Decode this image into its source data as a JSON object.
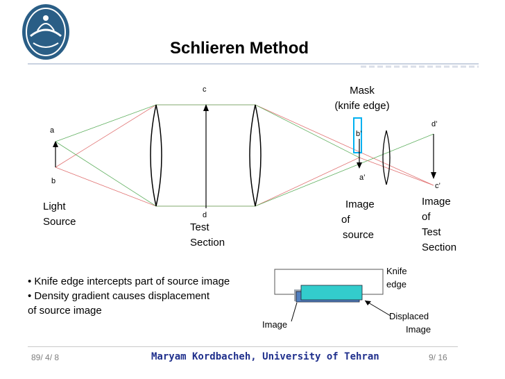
{
  "slide": {
    "title": "Schlieren Method",
    "logo_icon": "university-of-tehran-emblem"
  },
  "diagram": {
    "labels": {
      "a": "a",
      "b": "b",
      "c": "c",
      "d": "d",
      "a_prime": "a’",
      "b_prime": "b’",
      "c_prime": "c’",
      "d_prime": "d’",
      "light_source_1": "Light",
      "light_source_2": "Source",
      "test_section_1": "Test",
      "test_section_2": "Section",
      "mask_1": "Mask",
      "mask_2": "(knife edge)",
      "image_of_source_1": "Image",
      "image_of_source_2": "of",
      "image_of_source_3": "source",
      "image_of_test_1": "Image",
      "image_of_test_2": "of",
      "image_of_test_3": "Test",
      "image_of_test_4": "Section",
      "knife_edge_1": "Knife",
      "knife_edge_2": "edge",
      "displaced_1": "Displaced",
      "displaced_2": "Image",
      "image": "Image"
    },
    "colors": {
      "ray_red": "#e07070",
      "ray_green": "#60b060",
      "mask": "#00b0f0",
      "image_teal": "#33cccc",
      "image_blue": "#4f7fbf"
    }
  },
  "bullets": [
    "• Knife edge intercepts part of source image",
    "•  Density gradient causes displacement",
    " of source image"
  ],
  "footer": {
    "date": "89/ 4/ 8",
    "author": "Maryam Kordbacheh, University of Tehran",
    "page": "9/ 16"
  }
}
